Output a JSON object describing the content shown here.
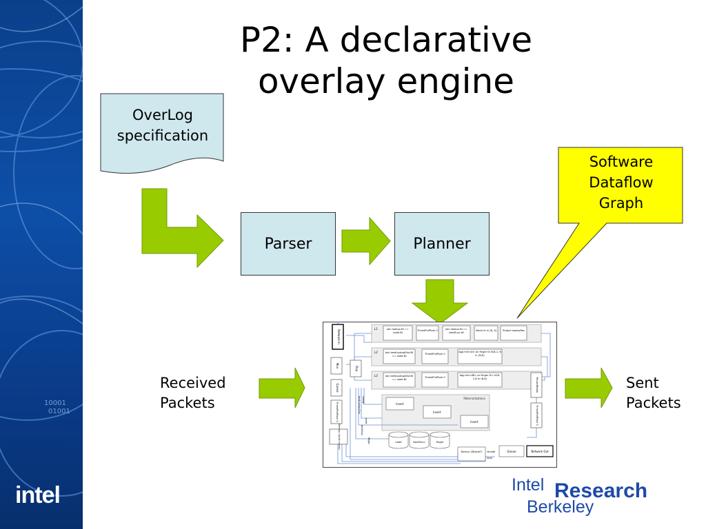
{
  "slide": {
    "title_line1": "P2: A declarative",
    "title_line2": "overlay engine"
  },
  "diagram": {
    "spec_doc": {
      "line1": "OverLog",
      "line2": "specification"
    },
    "parser": "Parser",
    "planner": "Planner",
    "callout": {
      "line1": "Software",
      "line2": "Dataflow",
      "line3": "Graph"
    },
    "received": {
      "line1": "Received",
      "line2": "Packets"
    },
    "sent": {
      "line1": "Sent",
      "line2": "Packets"
    }
  },
  "dataflow": {
    "rule_labels": [
      "L1",
      "L2",
      "L3"
    ],
    "network_in": "Network In",
    "mux": "Mux",
    "dup": "Dup",
    "queue_left": "Queue",
    "timed_left": "TimedPullPush 0",
    "demux_left": "Demux (tuple name)",
    "row1": [
      "Join lookup.NI == node.NI",
      "TimedPullPush 0",
      "Join lookup.NI == bestSucc.NI",
      "Select K in (N, S]",
      "Project lookupRes"
    ],
    "row2": [
      "Join bestLookupDist.NI == node.NI",
      "TimedPullPush 0",
      "Agg min<D> on finger D=K-B-1, B in (N,K)"
    ],
    "row3": [
      "Join bestLookupDist.NI == node.NI",
      "TimedPullPush 0",
      "Agg min<BI> on finger D==K-B-1,B in (N,K)"
    ],
    "round_robin": "RoundRobin",
    "timed_right": "TimedPullPush 0",
    "insert": "Insert",
    "tables": [
      "node",
      "bestSucc",
      "finger"
    ],
    "table_group": "Materializations",
    "stream_labels": [
      "lookup",
      "bestLookupDist",
      "node",
      "bestSucc",
      "finger"
    ],
    "demux_right": "Demux (@local?)",
    "remote": "remote",
    "local": "local",
    "queue_right": "Queue",
    "network_out": "Network Out"
  },
  "logos": {
    "intel": "intel",
    "intel_research_1": "Intel",
    "intel_research_2": "Research",
    "intel_research_3": "Berkeley"
  },
  "colors": {
    "sidebar": "#0b3f8a",
    "box_fill": "#cfe8ee",
    "arrow_green": "#99cc00",
    "callout_yellow": "#ffff00",
    "logo_blue": "#1e4aa8"
  }
}
